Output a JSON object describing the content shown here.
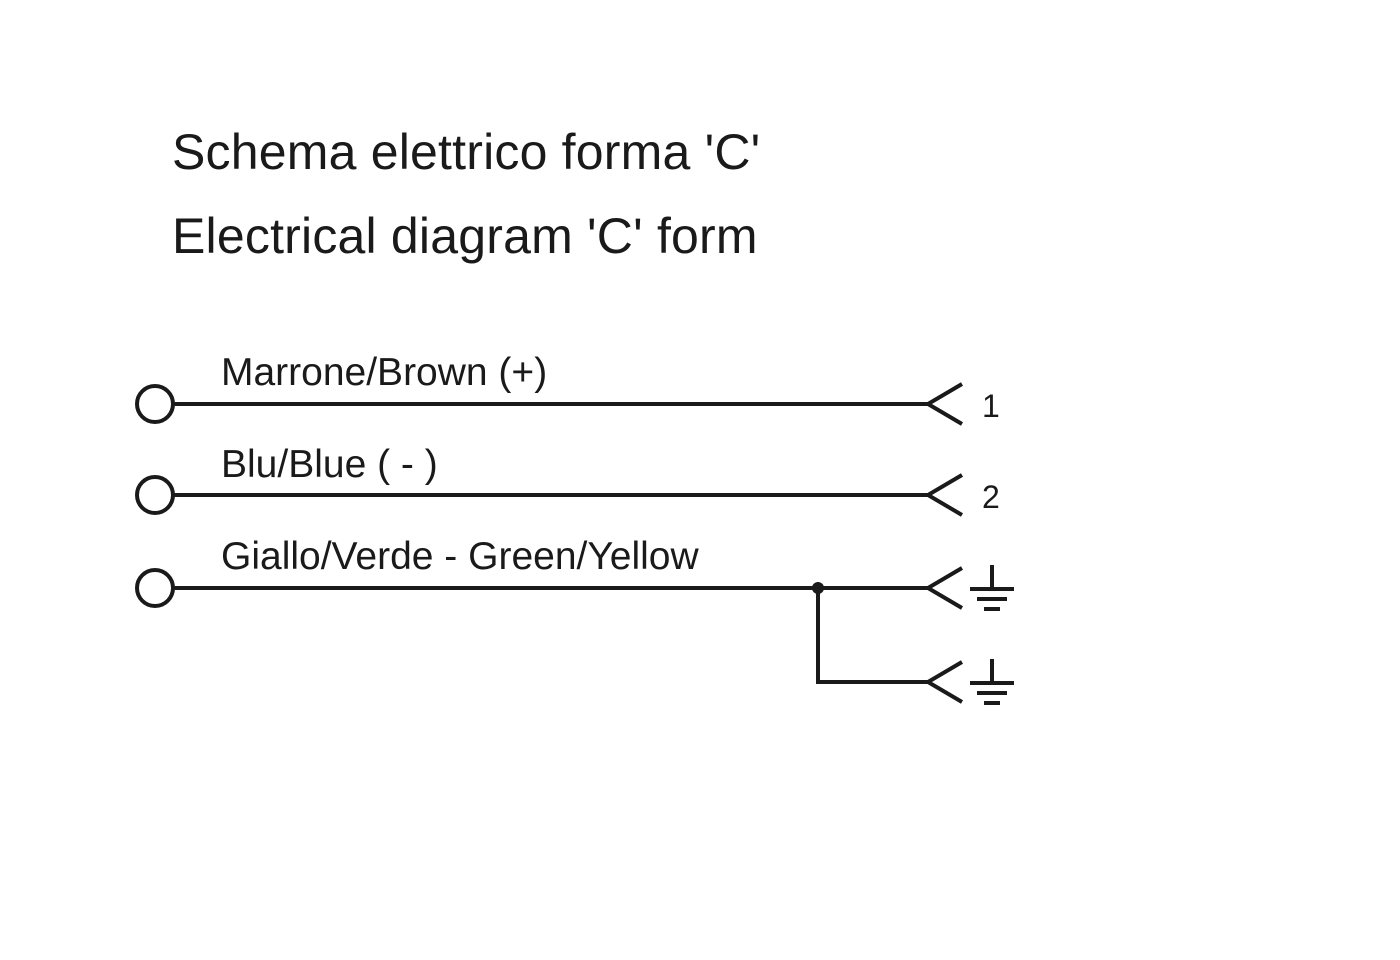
{
  "title": {
    "italian": "Schema elettrico forma 'C'",
    "english": "Electrical diagram 'C' form"
  },
  "wires": [
    {
      "label": "Marrone/Brown (+)",
      "pin": "1"
    },
    {
      "label": "Blu/Blue ( - )",
      "pin": "2"
    },
    {
      "label": "Giallo/Verde - Green/Yellow",
      "pin_icon": "ground-icon",
      "branch_pin_icon": "ground-icon"
    }
  ],
  "colors": {
    "line": "#1a1a1a",
    "background": "#ffffff"
  }
}
